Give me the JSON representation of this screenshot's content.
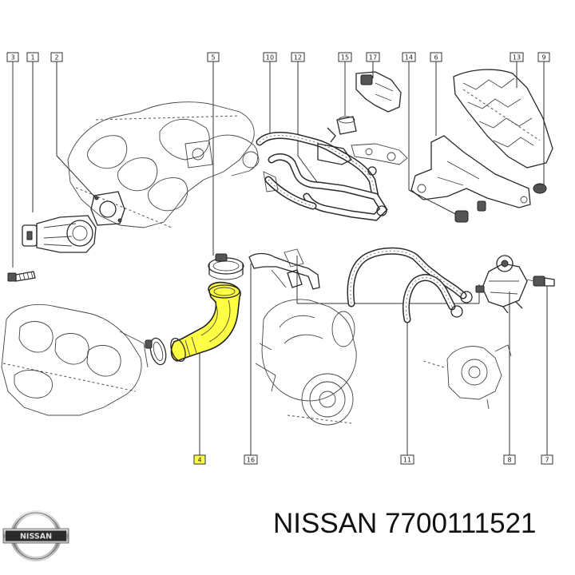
{
  "callouts": [
    {
      "label": "3",
      "highlight": false
    },
    {
      "label": "1",
      "highlight": false
    },
    {
      "label": "2",
      "highlight": false
    },
    {
      "label": "5",
      "highlight": false
    },
    {
      "label": "10",
      "highlight": false
    },
    {
      "label": "12",
      "highlight": false
    },
    {
      "label": "15",
      "highlight": false
    },
    {
      "label": "17",
      "highlight": false
    },
    {
      "label": "14",
      "highlight": false
    },
    {
      "label": "6",
      "highlight": false
    },
    {
      "label": "13",
      "highlight": false
    },
    {
      "label": "9",
      "highlight": false
    },
    {
      "label": "4",
      "highlight": true
    },
    {
      "label": "16",
      "highlight": false
    },
    {
      "label": "11",
      "highlight": false
    },
    {
      "label": "8",
      "highlight": false
    },
    {
      "label": "7",
      "highlight": false
    }
  ],
  "logo": {
    "text": "NISSAN",
    "icon": "nissan-logo-icon"
  },
  "caption": {
    "brand": "NISSAN",
    "part_number": "7700111521"
  },
  "colors": {
    "highlight": "#ffff44",
    "line": "#2a2a2a",
    "background": "#ffffff"
  }
}
